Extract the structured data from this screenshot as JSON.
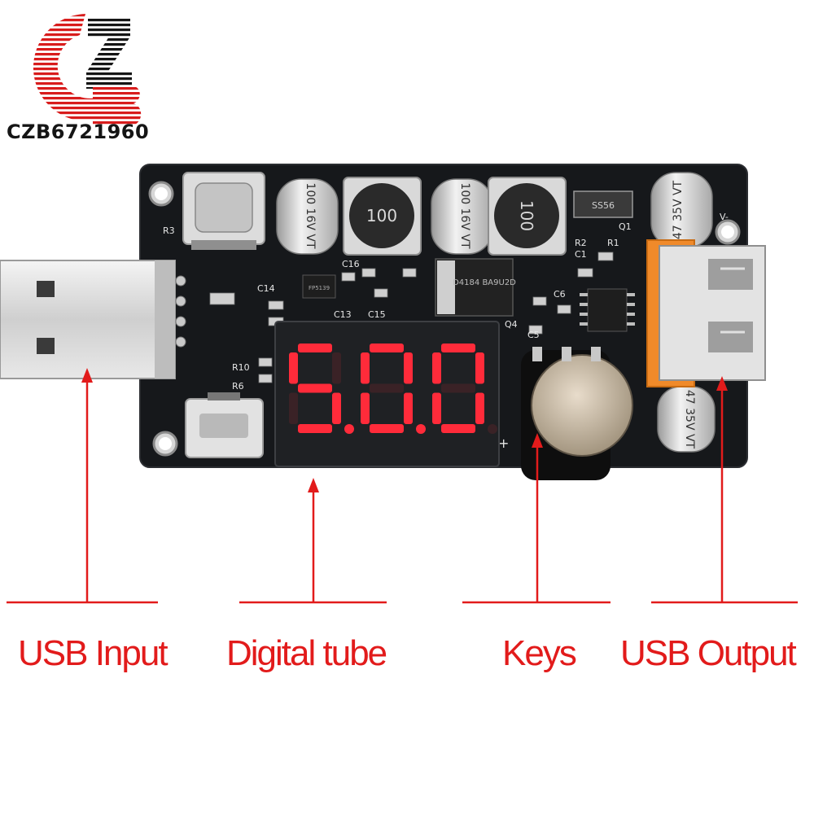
{
  "brand": {
    "watermark_text": "CZB6721960"
  },
  "board": {
    "display_reading": "5.0.0",
    "components": {
      "cap_left": "100 16V VT",
      "cap_mid": "100 16V VT",
      "cap_right_top": "47 35V VT",
      "cap_right_bottom": "47 35V VT",
      "inductor_left": "100",
      "inductor_right": "100",
      "chip_main": "D4184 BA9U2D",
      "chip_small": "FP5139",
      "smd_diode": "SS56",
      "silk_r3": "R3",
      "silk_c14": "C14",
      "silk_c16": "C16",
      "silk_c13": "C13",
      "silk_c15": "C15",
      "silk_r10": "R10",
      "silk_r6": "R6",
      "silk_c5": "C5",
      "silk_c6": "C6",
      "silk_r1": "R1",
      "silk_r2": "R2",
      "silk_c1": "C1",
      "silk_q1": "Q1",
      "silk_q4": "Q4",
      "silk_vminus": "V-",
      "silk_plus": "+"
    }
  },
  "labels": {
    "usb_input": "USB Input",
    "digital_tube": "Digital tube",
    "keys": "Keys",
    "usb_output": "USB Output"
  },
  "colors": {
    "accent_red": "#e21b1b",
    "pcb": "#16181b",
    "segment_red": "#ff2b3a"
  }
}
